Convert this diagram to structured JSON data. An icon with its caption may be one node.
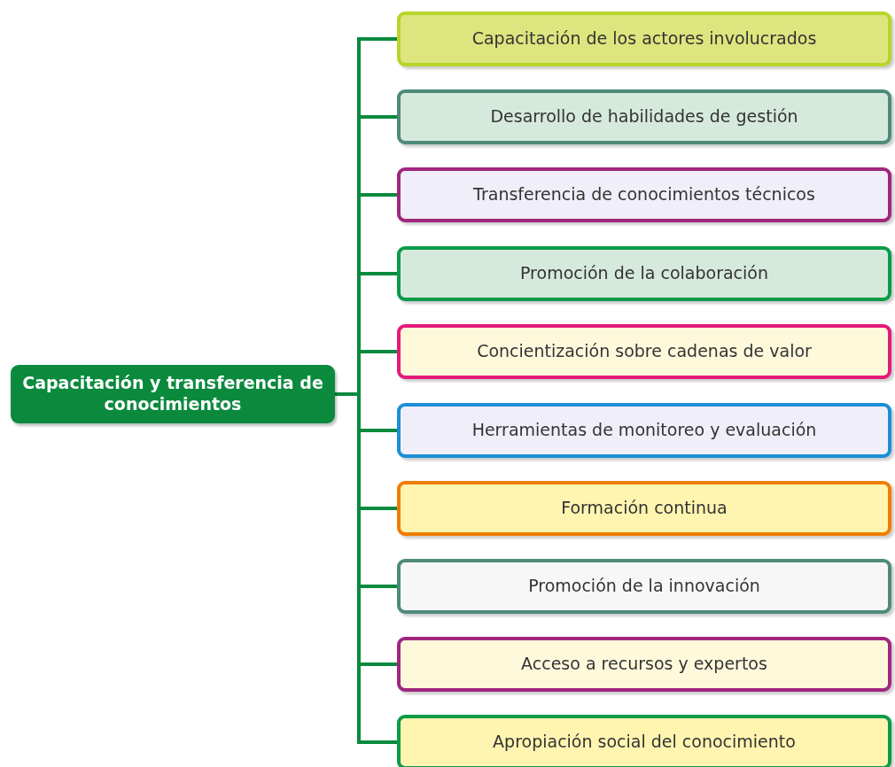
{
  "diagram": {
    "nodes": [
      {
        "text": [
          "Capacitación y transferencia de conocimientos"
        ]
      },
      {
        "text": [
          "Capacitación de los actores involucrados"
        ]
      },
      {
        "text": [
          "Desarrollo de habilidades de gestión"
        ]
      },
      {
        "text": [
          "Transferencia de conocimientos técnicos"
        ]
      },
      {
        "text": [
          "Promoción de la colaboración"
        ]
      },
      {
        "text": [
          "Concientización sobre cadenas de valor"
        ]
      },
      {
        "text": [
          "Herramientas de monitoreo y evaluación"
        ]
      },
      {
        "text": [
          "Formación continua"
        ]
      },
      {
        "text": [
          "Promoción de la innovación"
        ]
      },
      {
        "text": [
          "Acceso a recursos y expertos"
        ]
      },
      {
        "text": [
          "Apropiación social del conocimiento"
        ]
      }
    ],
    "edges": [
      {
        "from": 0,
        "to": 1,
        "arrow": "none"
      },
      {
        "from": 0,
        "to": 2,
        "arrow": "none"
      },
      {
        "from": 0,
        "to": 3,
        "arrow": "none"
      },
      {
        "from": 0,
        "to": 4,
        "arrow": "none"
      },
      {
        "from": 0,
        "to": 5,
        "arrow": "none"
      },
      {
        "from": 0,
        "to": 6,
        "arrow": "none"
      },
      {
        "from": 0,
        "to": 7,
        "arrow": "none"
      },
      {
        "from": 0,
        "to": 8,
        "arrow": "none"
      },
      {
        "from": 0,
        "to": 9,
        "arrow": "none"
      },
      {
        "from": 0,
        "to": 10,
        "arrow": "none"
      }
    ]
  }
}
